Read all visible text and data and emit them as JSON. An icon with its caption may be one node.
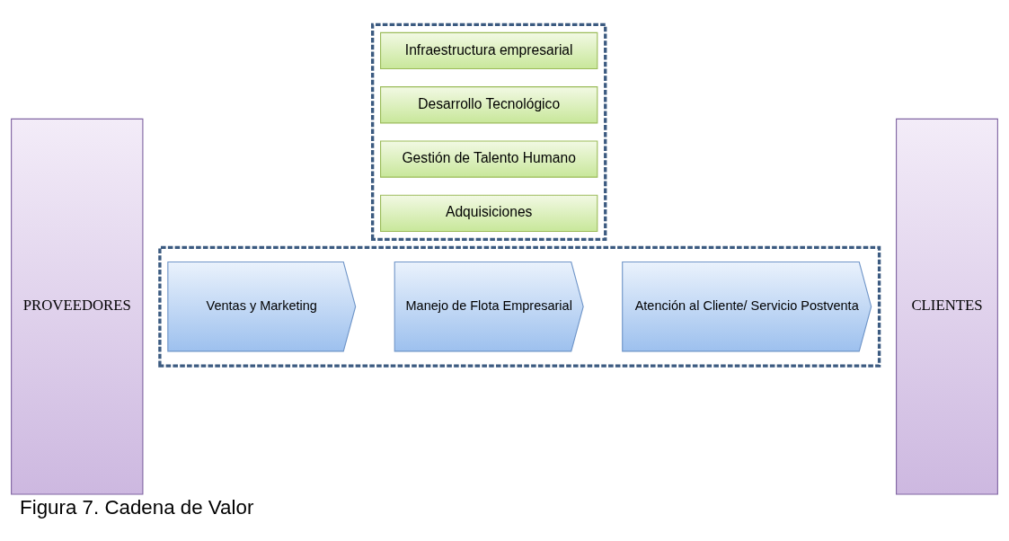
{
  "diagram": {
    "caption": "Figura 7. Cadena de Valor",
    "nodes": [
      {
        "text": [
          "PROVEEDORES"
        ]
      },
      {
        "text": [],
        "shape": "box"
      },
      {
        "text": [
          "Infraestructura empresarial"
        ],
        "in": 1
      },
      {
        "text": [
          "Desarrollo Tecnológico"
        ],
        "in": 1
      },
      {
        "text": [
          "Gestión de Talento Humano"
        ],
        "in": 1
      },
      {
        "text": [
          "Adquisiciones"
        ],
        "in": 1
      },
      {
        "text": [],
        "shape": "box"
      },
      {
        "text": [
          "Ventas y Marketing"
        ],
        "in": 6
      },
      {
        "text": [
          "Manejo de Flota Empresarial"
        ],
        "in": 6
      },
      {
        "text": [
          "Atención al Cliente/ Servicio Postventa"
        ],
        "in": 6
      },
      {
        "text": [
          "CLIENTES"
        ]
      }
    ],
    "edges": []
  }
}
